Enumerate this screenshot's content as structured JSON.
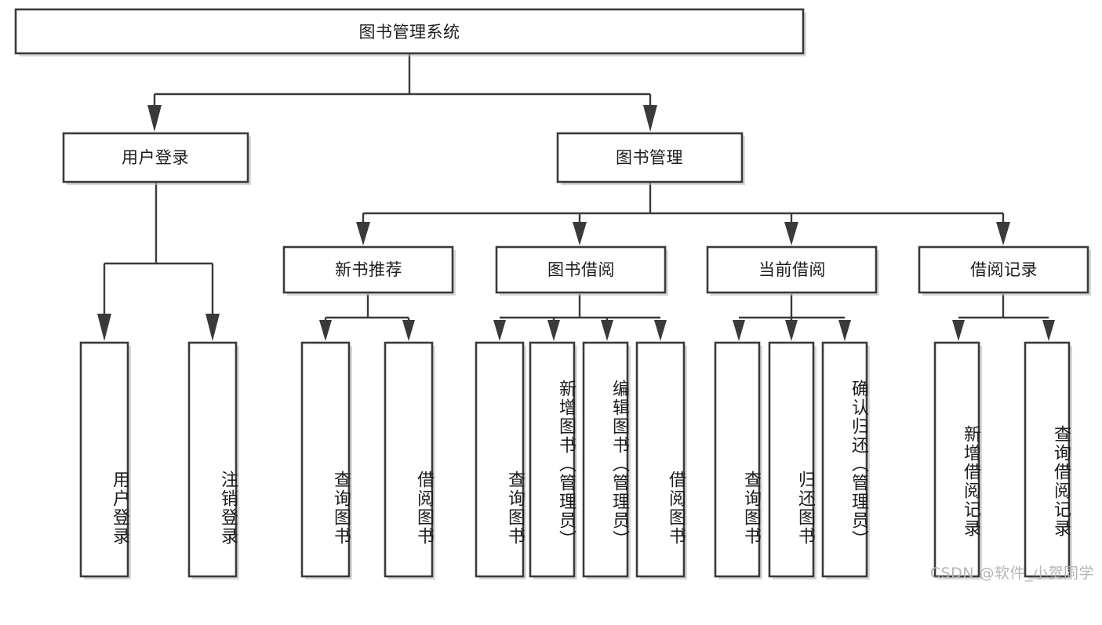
{
  "diagram": {
    "title": "图书管理系统",
    "type": "hierarchy-tree",
    "orientation": "top-down",
    "colors": {
      "box_stroke": "#3a3a3a",
      "box_fill": "#ffffff",
      "connector": "#3a3a3a",
      "text": "#1c1c1c",
      "watermark": "#b5b5b5",
      "background": "#ffffff"
    },
    "root": {
      "label": "图书管理系统"
    },
    "level2": [
      {
        "label": "用户登录"
      },
      {
        "label": "图书管理"
      }
    ],
    "level3": [
      {
        "label": "新书推荐"
      },
      {
        "label": "图书借阅"
      },
      {
        "label": "当前借阅"
      },
      {
        "label": "借阅记录"
      }
    ],
    "leaves": {
      "user_login": [
        {
          "label": "用户登录"
        },
        {
          "label": "注销登录"
        }
      ],
      "new_book_recommend": [
        {
          "label": "查询图书"
        },
        {
          "label": "借阅图书"
        }
      ],
      "book_borrow": [
        {
          "label": "查询图书"
        },
        {
          "label": "新增图书（管理员）"
        },
        {
          "label": "编辑图书（管理员）"
        },
        {
          "label": "借阅图书"
        }
      ],
      "current_borrow": [
        {
          "label": "查询图书"
        },
        {
          "label": "归还图书"
        },
        {
          "label": "确认归还（管理员）"
        }
      ],
      "borrow_record": [
        {
          "label": "新增借阅记录"
        },
        {
          "label": "查询借阅记录"
        }
      ]
    }
  },
  "watermark": {
    "text": "CSDN @软件_小贺同学"
  }
}
